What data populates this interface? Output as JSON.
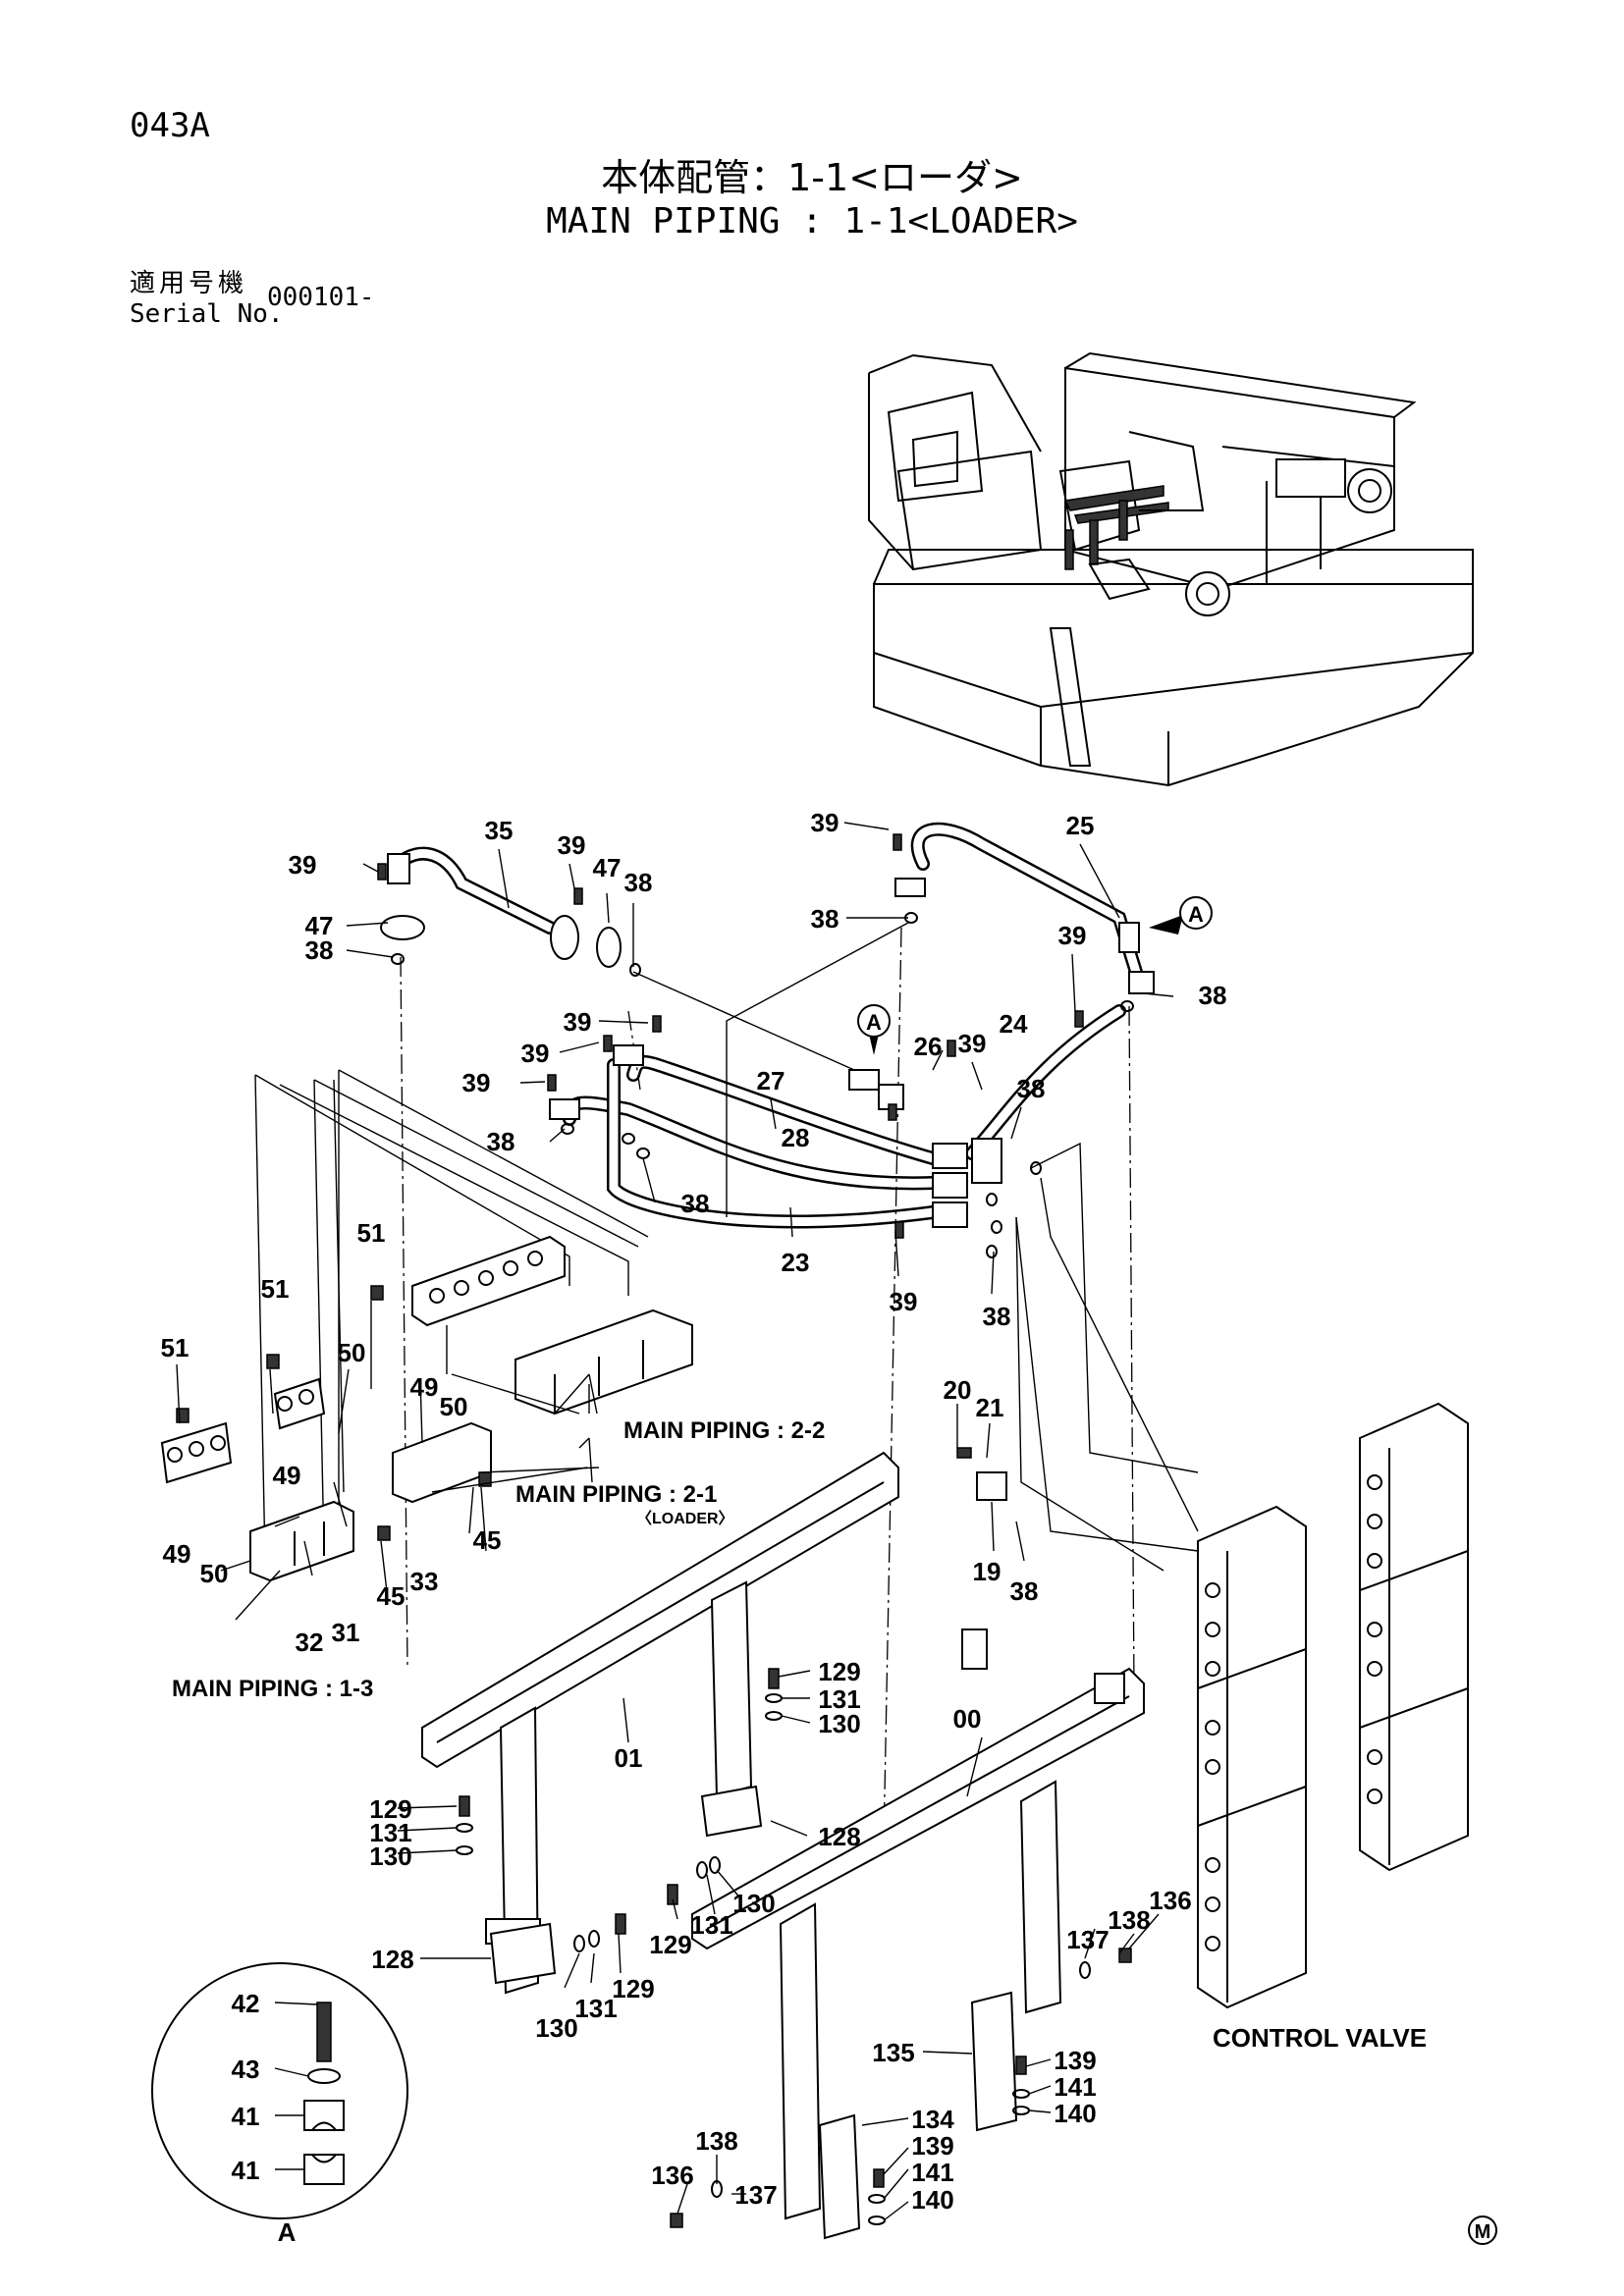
{
  "header": {
    "page_code": "043A",
    "title_ja": "本体配管：1-1<ローダ>",
    "title_en": "MAIN PIPING : 1-1<LOADER>",
    "serial_label_ja": "適用号機",
    "serial_label_en": "Serial No.",
    "serial_value": "000101-"
  },
  "callouts": [
    {
      "id": "c01",
      "text": "35"
    },
    {
      "id": "c02",
      "text": "39"
    },
    {
      "id": "c03",
      "text": "39"
    },
    {
      "id": "c04",
      "text": "47"
    },
    {
      "id": "c05",
      "text": "38"
    },
    {
      "id": "c06",
      "text": "47"
    },
    {
      "id": "c07",
      "text": "38"
    },
    {
      "id": "c08",
      "text": "39"
    },
    {
      "id": "c09",
      "text": "25"
    },
    {
      "id": "c10",
      "text": "38"
    },
    {
      "id": "c11",
      "text": "39"
    },
    {
      "id": "c12",
      "text": "38"
    },
    {
      "id": "c13",
      "text": "39"
    },
    {
      "id": "c14",
      "text": "39"
    },
    {
      "id": "c15",
      "text": "39"
    },
    {
      "id": "c16",
      "text": "27"
    },
    {
      "id": "c17",
      "text": "26"
    },
    {
      "id": "c18",
      "text": "39"
    },
    {
      "id": "c19",
      "text": "24"
    },
    {
      "id": "c20",
      "text": "38"
    },
    {
      "id": "c21",
      "text": "38"
    },
    {
      "id": "c22",
      "text": "28"
    },
    {
      "id": "c23",
      "text": "38"
    },
    {
      "id": "c24",
      "text": "23"
    },
    {
      "id": "c25",
      "text": "39"
    },
    {
      "id": "c26",
      "text": "38"
    },
    {
      "id": "c27",
      "text": "51"
    },
    {
      "id": "c28",
      "text": "51"
    },
    {
      "id": "c29",
      "text": "51"
    },
    {
      "id": "c30",
      "text": "50"
    },
    {
      "id": "c31",
      "text": "49"
    },
    {
      "id": "c32",
      "text": "50"
    },
    {
      "id": "c33",
      "text": "49"
    },
    {
      "id": "c34",
      "text": "49"
    },
    {
      "id": "c35",
      "text": "50"
    },
    {
      "id": "c36",
      "text": "32"
    },
    {
      "id": "c37",
      "text": "31"
    },
    {
      "id": "c38",
      "text": "45"
    },
    {
      "id": "c39",
      "text": "33"
    },
    {
      "id": "c40",
      "text": "45"
    },
    {
      "id": "c41",
      "text": "20"
    },
    {
      "id": "c42",
      "text": "21"
    },
    {
      "id": "c43",
      "text": "19"
    },
    {
      "id": "c44",
      "text": "38"
    },
    {
      "id": "c45",
      "text": "129"
    },
    {
      "id": "c46",
      "text": "131"
    },
    {
      "id": "c47",
      "text": "130"
    },
    {
      "id": "c48",
      "text": "01"
    },
    {
      "id": "c49",
      "text": "00"
    },
    {
      "id": "c50",
      "text": "129"
    },
    {
      "id": "c51",
      "text": "131"
    },
    {
      "id": "c52",
      "text": "130"
    },
    {
      "id": "c53",
      "text": "128"
    },
    {
      "id": "c54",
      "text": "130"
    },
    {
      "id": "c55",
      "text": "131"
    },
    {
      "id": "c56",
      "text": "129"
    },
    {
      "id": "c57",
      "text": "128"
    },
    {
      "id": "c58",
      "text": "129"
    },
    {
      "id": "c59",
      "text": "131"
    },
    {
      "id": "c60",
      "text": "130"
    },
    {
      "id": "c61",
      "text": "136"
    },
    {
      "id": "c62",
      "text": "138"
    },
    {
      "id": "c63",
      "text": "137"
    },
    {
      "id": "c64",
      "text": "135"
    },
    {
      "id": "c65",
      "text": "139"
    },
    {
      "id": "c66",
      "text": "141"
    },
    {
      "id": "c67",
      "text": "140"
    },
    {
      "id": "c68",
      "text": "134"
    },
    {
      "id": "c69",
      "text": "139"
    },
    {
      "id": "c70",
      "text": "141"
    },
    {
      "id": "c71",
      "text": "140"
    },
    {
      "id": "c72",
      "text": "138"
    },
    {
      "id": "c73",
      "text": "136"
    },
    {
      "id": "c74",
      "text": "137"
    },
    {
      "id": "c75",
      "text": "42"
    },
    {
      "id": "c76",
      "text": "43"
    },
    {
      "id": "c77",
      "text": "41"
    },
    {
      "id": "c78",
      "text": "41"
    }
  ],
  "view_markers": {
    "a1": "A",
    "a2": "A",
    "detail": "A"
  },
  "notes": {
    "main_piping_2_2": "MAIN PIPING : 2-2",
    "main_piping_2_1": "MAIN PIPING : 2-1",
    "loader_sub": "〈LOADER〉",
    "main_piping_1_3": "MAIN PIPING : 1-3",
    "control_valve": "CONTROL VALVE"
  },
  "corner_mark": "M"
}
